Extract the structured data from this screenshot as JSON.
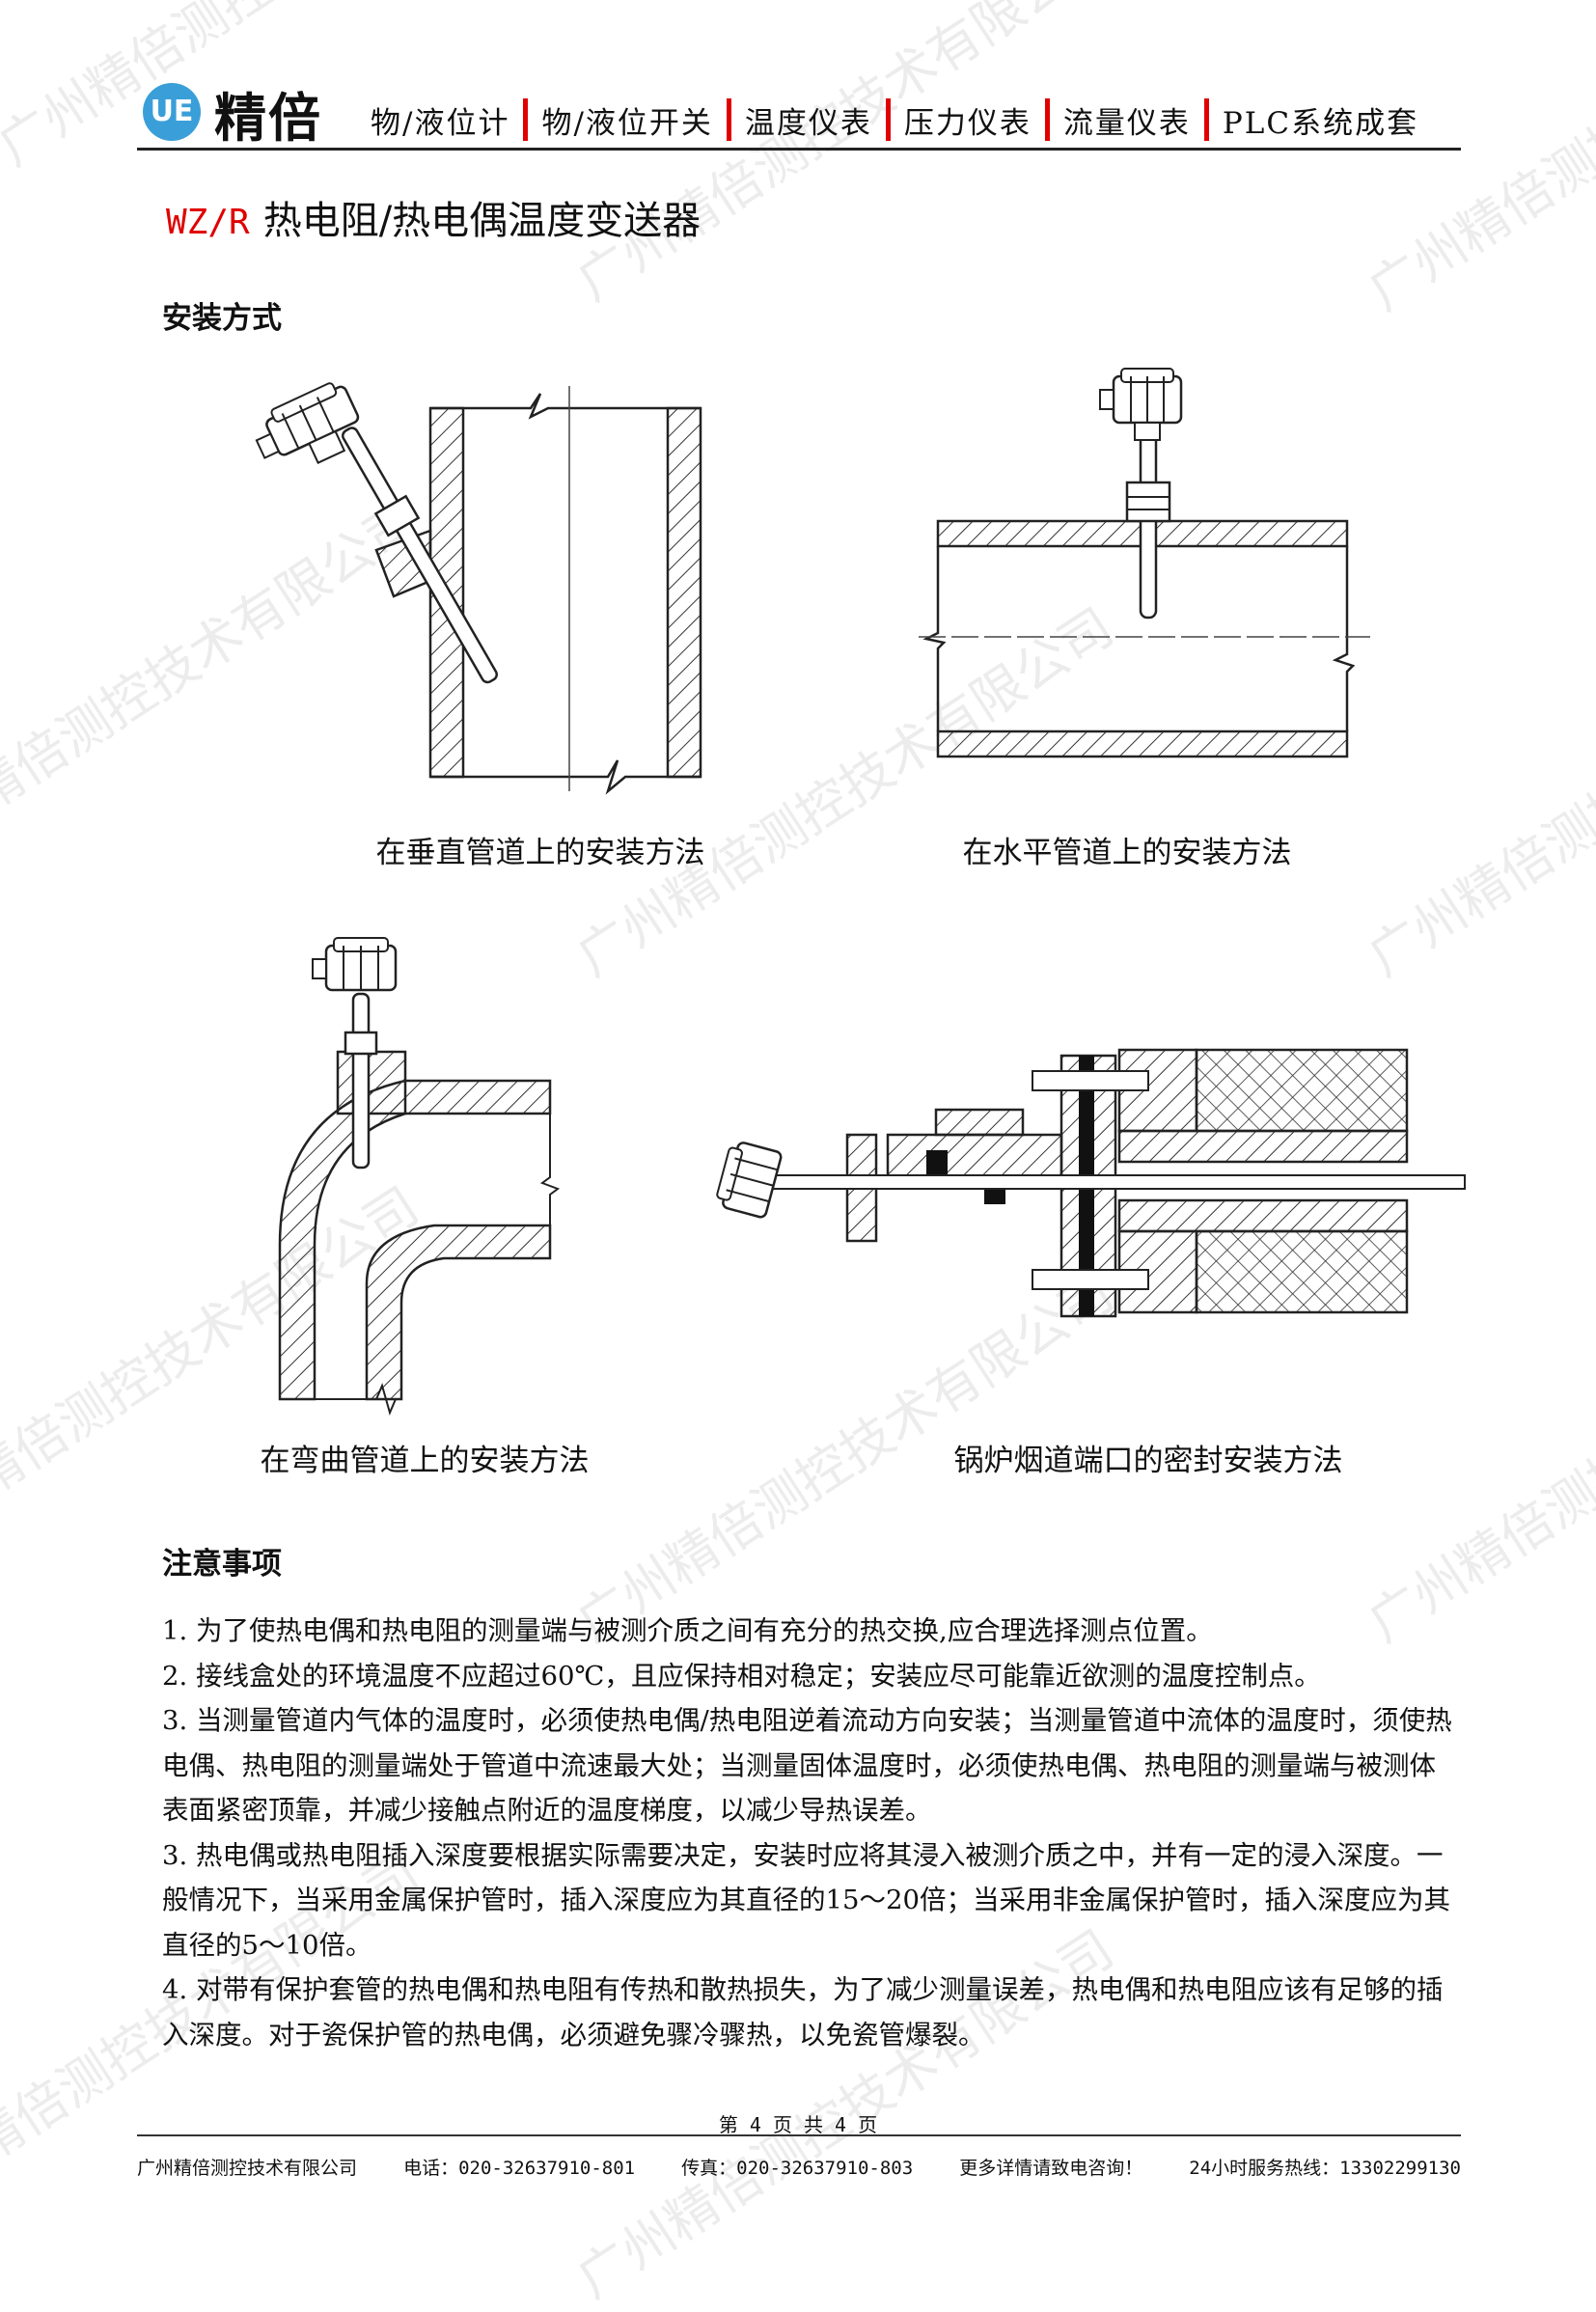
{
  "header": {
    "logo_text": "UE",
    "brand": "精倍",
    "nav": [
      "物/液位计",
      "物/液位开关",
      "温度仪表",
      "压力仪表",
      "流量仪表",
      "PLC系统成套"
    ]
  },
  "title": {
    "code": "WZ/R",
    "text": "热电阻/热电偶温度变送器"
  },
  "install": {
    "heading": "安装方式",
    "captions": [
      "在垂直管道上的安装方法",
      "在水平管道上的安装方法",
      "在弯曲管道上的安装方法",
      "锅炉烟道端口的密封安装方法"
    ]
  },
  "notes": {
    "heading": "注意事项",
    "items": [
      "1. 为了使热电偶和热电阻的测量端与被测介质之间有充分的热交换,应合理选择测点位置。",
      "2. 接线盒处的环境温度不应超过60℃，且应保持相对稳定；安装应尽可能靠近欲测的温度控制点。",
      "3. 当测量管道内气体的温度时，必须使热电偶/热电阻逆着流动方向安装；当测量管道中流体的温度时，须使热电偶、热电阻的测量端处于管道中流速最大处；当测量固体温度时，必须使热电偶、热电阻的测量端与被测体表面紧密顶靠，并减少接触点附近的温度梯度，以减少导热误差。",
      "3. 热电偶或热电阻插入深度要根据实际需要决定，安装时应将其浸入被测介质之中，并有一定的浸入深度。一般情况下，当采用金属保护管时，插入深度应为其直径的15～20倍；当采用非金属保护管时，插入深度应为其直径的5～10倍。",
      "4. 对带有保护套管的热电偶和热电阻有传热和散热损失，为了减少测量误差，热电偶和热电阻应该有足够的插入深度。对于瓷保护管的热电偶，必须避免骤冷骤热，以免瓷管爆裂。"
    ]
  },
  "footer": {
    "page": "第 4 页 共 4 页",
    "company": "广州精倍测控技术有限公司",
    "phone": "电话：020-32637910-801",
    "fax": "传真：020-32637910-803",
    "more": "更多详情请致电咨询！",
    "hotline": "24小时服务热线：13302299130"
  },
  "watermark": "广州精倍测控技术有限公司",
  "colors": {
    "accent": "#e00000",
    "logo": "#3a9fd8"
  }
}
